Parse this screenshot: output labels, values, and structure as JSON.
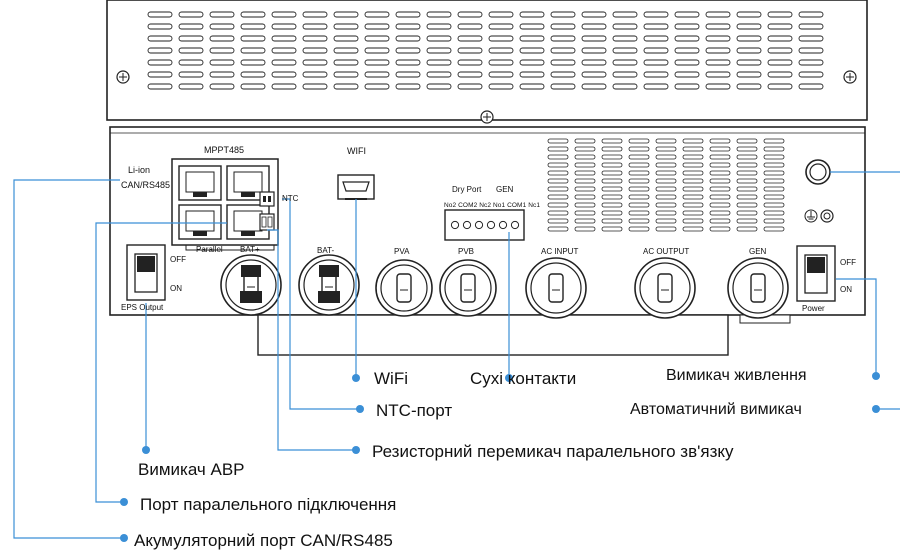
{
  "panel_labels": {
    "mppt485": "MPPT485",
    "wifi": "WIFI",
    "li_ion": "Li-ion",
    "can_rs485": "CAN/RS485",
    "ntc": "NTC",
    "parallel": "Parallel",
    "bat_plus": "BAT+",
    "bat_minus": "BAT-",
    "pva": "PVA",
    "pvb": "PVB",
    "dry_port": "Dry Port",
    "gen_top": "GEN",
    "dry_contacts": "No2 COM2 Nc2 No1 COM1 Nc1",
    "ac_input": "AC INPUT",
    "ac_output": "AC OUTPUT",
    "gen": "GEN",
    "off_left": "OFF",
    "on_left": "ON",
    "eps_output": "EPS Output",
    "off_right": "OFF",
    "on_right": "ON",
    "power": "Power"
  },
  "callouts": {
    "wifi": "WiFi",
    "dry_contacts": "Сухі контакти",
    "power_switch": "Вимикач живлення",
    "ntc_port": "NTC-порт",
    "breaker": "Автоматичний вимикач",
    "parallel_resistor": "Резисторний перемикач паралельного зв'язку",
    "ats_switch": "Вимикач АВР",
    "parallel_port": "Порт паралельного підключення",
    "battery_port": "Акумуляторний порт  CAN/RS485"
  },
  "colors": {
    "leader": "#3b8fd6",
    "outline": "#222222"
  }
}
